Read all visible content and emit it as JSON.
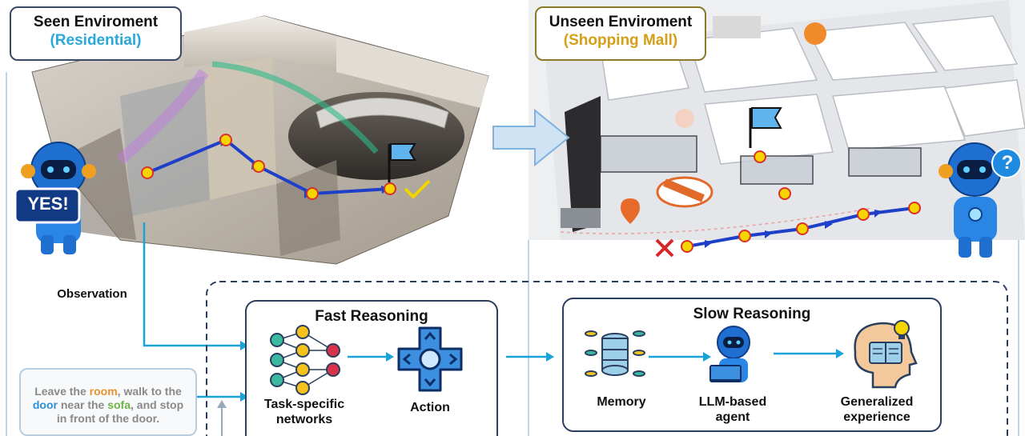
{
  "seen": {
    "title": "Seen Enviroment",
    "subtitle": "(Residential)",
    "subtitle_color": "#29a9d8"
  },
  "unseen": {
    "title": "Unseen Enviroment",
    "subtitle": "(Shopping Mall)",
    "subtitle_color": "#d4a018"
  },
  "robot_left_sign": "YES!",
  "robot_right_badge": "?",
  "observation_label": "Observation",
  "instruction": {
    "parts": [
      {
        "text": "Leave the ",
        "color": "#8a8a8a"
      },
      {
        "text": "room",
        "color": "#e8922d"
      },
      {
        "text": ", walk to the ",
        "color": "#8a8a8a"
      },
      {
        "text": "door",
        "color": "#2d8fd6"
      },
      {
        "text": " near the ",
        "color": "#8a8a8a"
      },
      {
        "text": "sofa",
        "color": "#6cb33f"
      },
      {
        "text": ", and stop in front of the door.",
        "color": "#8a8a8a"
      }
    ]
  },
  "fast_reasoning": {
    "title": "Fast Reasoning",
    "networks_label": "Task-specific\nnetworks",
    "action_label": "Action"
  },
  "slow_reasoning": {
    "title": "Slow Reasoning",
    "memory_label": "Memory",
    "agent_label": "LLM-based\nagent",
    "experience_label": "Generalized\nexperience"
  },
  "colors": {
    "path_blue": "#1e3fc8",
    "waypoint": "#f5d400",
    "waypoint_ring": "#d8332a",
    "flow_arrow": "#1aa3d9",
    "panel_border": "#2a3f5f",
    "robot_blue": "#1f6fd1"
  }
}
